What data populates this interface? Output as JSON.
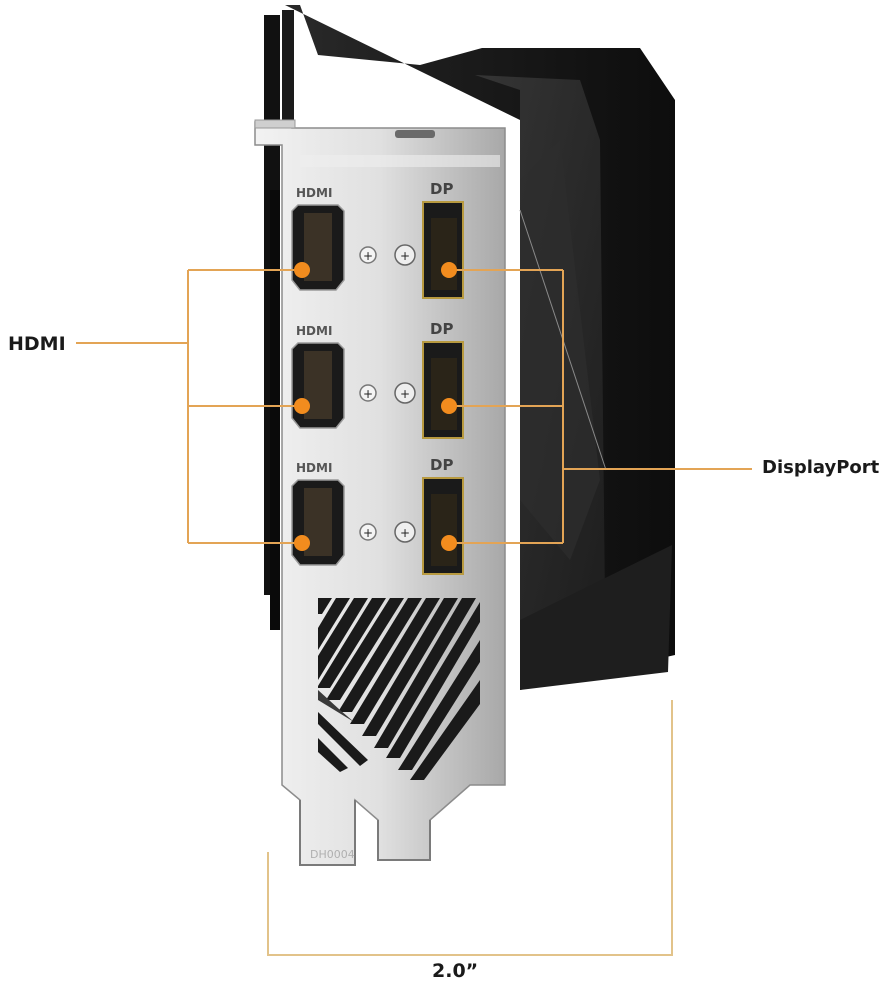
{
  "diagram": {
    "subject": "graphics card I/O bracket",
    "callouts": {
      "hdmi_label": "HDMI",
      "displayport_label": "DisplayPort",
      "dimension_label": "2.0”"
    },
    "bracket": {
      "ports": [
        {
          "type": "HDMI",
          "silk_label": "HDMI",
          "row": 1
        },
        {
          "type": "DP",
          "silk_label": "DP",
          "row": 1
        },
        {
          "type": "HDMI",
          "silk_label": "HDMI",
          "row": 2
        },
        {
          "type": "DP",
          "silk_label": "DP",
          "row": 2
        },
        {
          "type": "HDMI",
          "silk_label": "HDMI",
          "row": 3
        },
        {
          "type": "DP",
          "silk_label": "DP",
          "row": 3
        }
      ],
      "part_number": "DH0004"
    },
    "colors": {
      "accent": "#f28c1e",
      "leader_line": "#e0a050",
      "dimension_line": "#e2c38a",
      "cooler": "#141414",
      "bracket": "#d8d8d8",
      "text": "#1a1a1a"
    }
  }
}
